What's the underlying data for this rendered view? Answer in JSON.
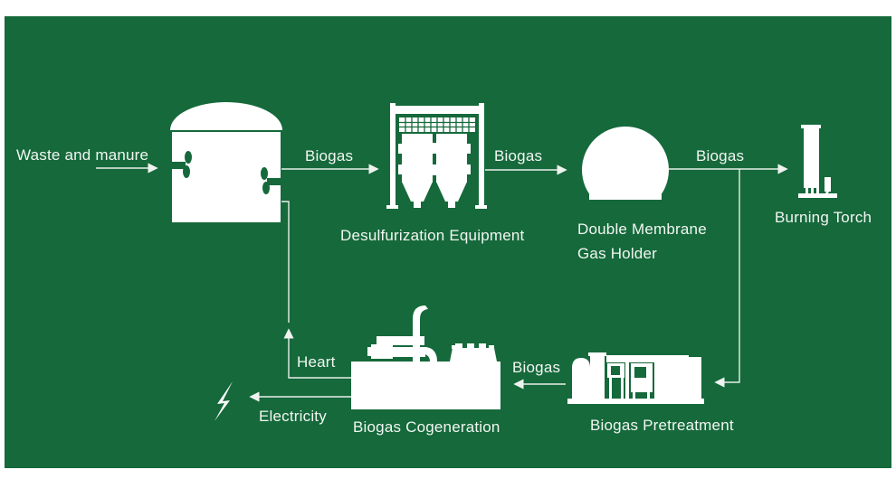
{
  "colors": {
    "page_bg": "#ffffff",
    "canvas_green": "#15693B",
    "shape_white": "#ffffff",
    "line": "#E9EFE9",
    "text": "#F2F6F2"
  },
  "flow_labels": {
    "input": "Waste and manure",
    "biogas_1": "Biogas",
    "biogas_2": "Biogas",
    "biogas_3": "Biogas",
    "biogas_4": "Biogas",
    "heat_return": "Heart",
    "electricity": "Electricity"
  },
  "nodes": {
    "digester": {
      "icon": "digester-tank-icon"
    },
    "desulfurization": {
      "icon": "desulfurization-equipment-icon",
      "label": "Desulfurization Equipment"
    },
    "gas_holder": {
      "icon": "gas-holder-icon",
      "label_line_1": "Double Membrane",
      "label_line_2": "Gas Holder"
    },
    "burning_torch": {
      "icon": "burning-torch-icon",
      "label": "Burning Torch"
    },
    "biogas_pretreatment": {
      "icon": "pretreatment-plant-icon",
      "label": "Biogas Pretreatment"
    },
    "biogas_cogeneration": {
      "icon": "cogeneration-engine-icon",
      "label": "Biogas Cogeneration"
    },
    "electricity_output": {
      "icon": "lightning-bolt-icon"
    }
  }
}
